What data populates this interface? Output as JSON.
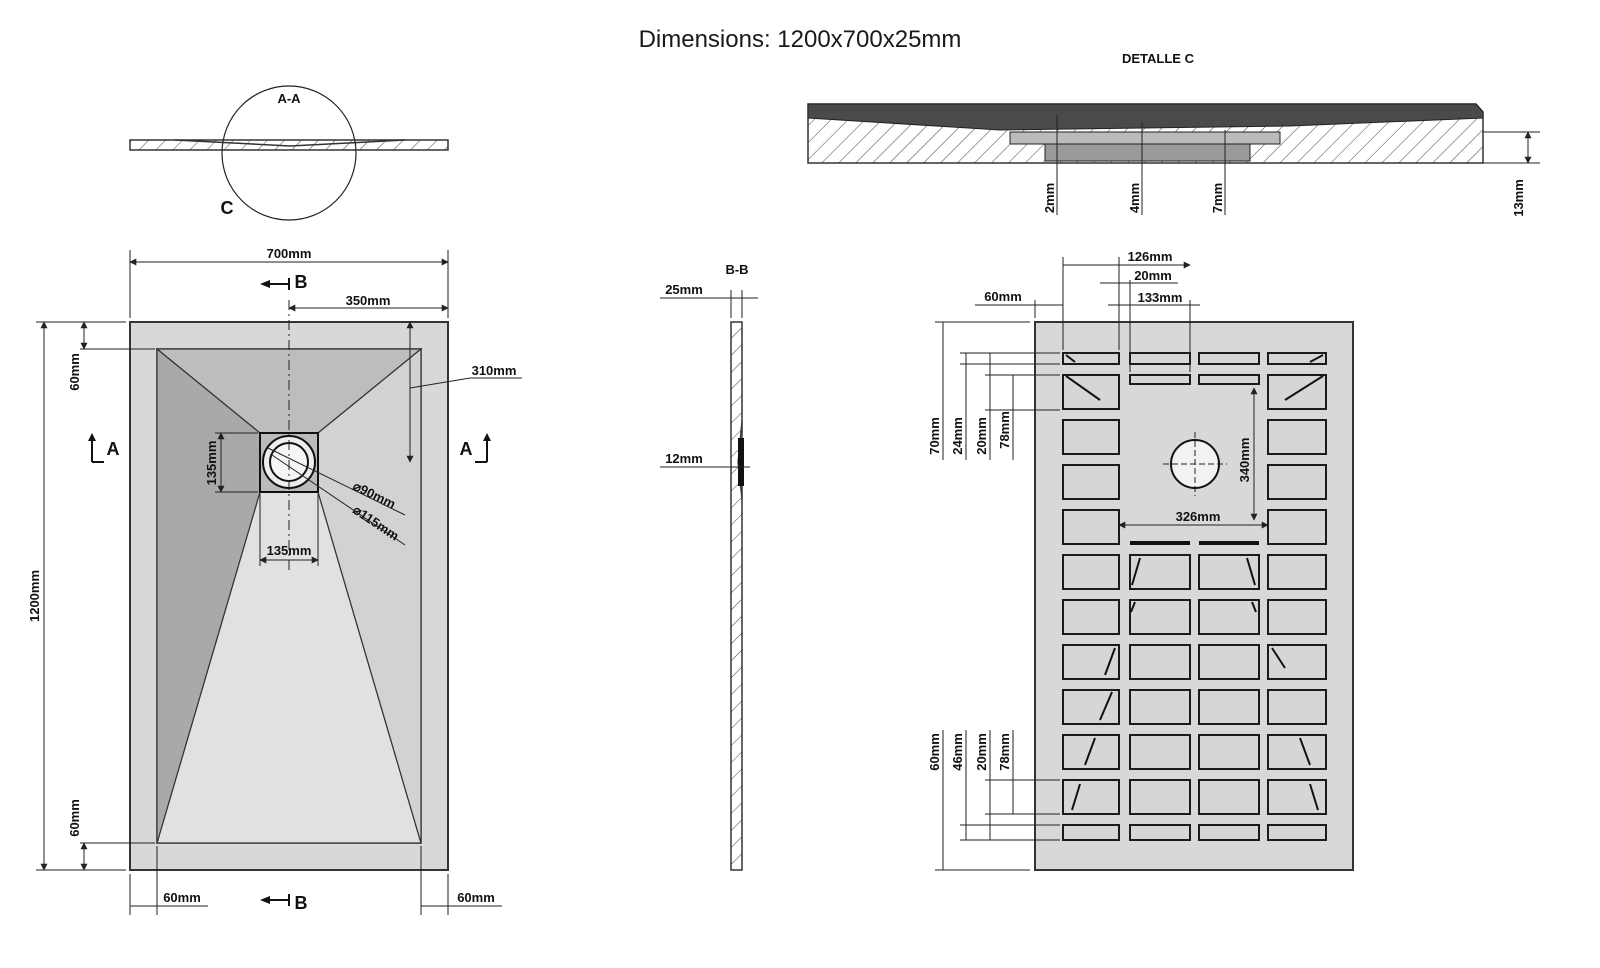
{
  "title": "Dimensions: 1200x700x25mm",
  "sections": {
    "section_aa": "A-A",
    "section_bb": "B-B",
    "detail_c": "DETALLE    C",
    "detail_marker": "C",
    "marker_a": "A",
    "marker_b": "B"
  },
  "top_view": {
    "width": "700mm",
    "half_width": "350mm",
    "height": "1200mm",
    "slope_len": "310mm",
    "margin_top": "60mm",
    "margin_bottom": "60mm",
    "margin_left": "60mm",
    "margin_right": "60mm",
    "drain_h": "135mm",
    "drain_w": "135mm",
    "drain_d1": "90mm",
    "drain_d2": "115mm"
  },
  "side_view": {
    "thickness": "25mm",
    "drain_depth": "12mm"
  },
  "detail": {
    "d1": "2mm",
    "d2": "4mm",
    "d3": "7mm",
    "d4": "13mm"
  },
  "bottom_view": {
    "top_w1": "126mm",
    "top_w2": "20mm",
    "top_w3": "133mm",
    "left_margin": "60mm",
    "v_top": [
      "70mm",
      "24mm",
      "20mm",
      "78mm"
    ],
    "v_bottom": [
      "60mm",
      "46mm",
      "20mm",
      "78mm"
    ],
    "drain_offset": "340mm",
    "inner_w": "326mm"
  }
}
